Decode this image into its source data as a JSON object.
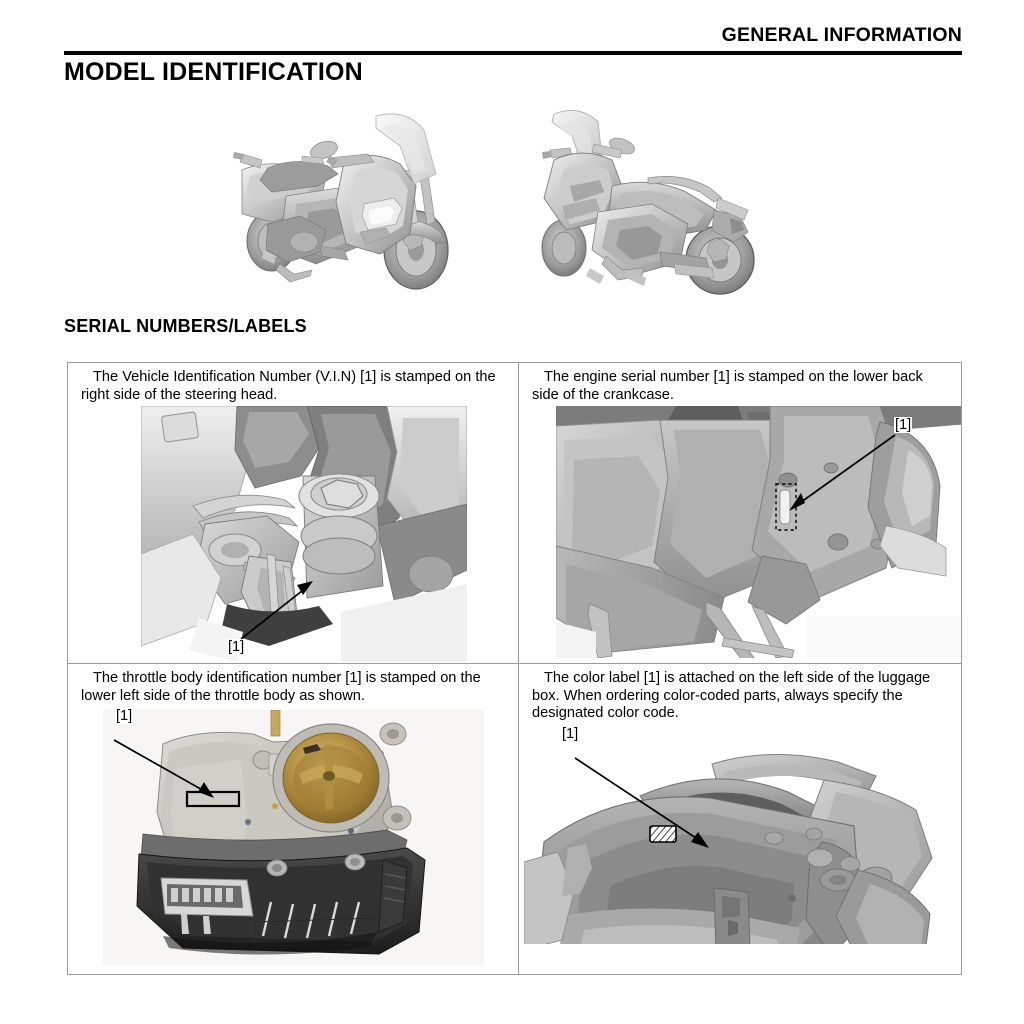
{
  "header": {
    "title": "GENERAL INFORMATION"
  },
  "sections": {
    "model_identification": {
      "title": "MODEL IDENTIFICATION",
      "figures": [
        {
          "name": "motorcycle-front-right-view",
          "alt": "Motorcycle front right three-quarter view"
        },
        {
          "name": "motorcycle-rear-left-view",
          "alt": "Motorcycle rear left three-quarter view"
        }
      ]
    },
    "serial_numbers": {
      "title": "SERIAL NUMBERS/LABELS",
      "cells": [
        {
          "id": "vin",
          "caption": "The Vehicle Identification Number (V.I.N) [1] is stamped on the right side of the steering head.",
          "callout": "[1]",
          "figure_alt": "Steering head area with V.I.N stamping location"
        },
        {
          "id": "engine-serial",
          "caption": "The engine serial number [1] is stamped on the lower back side of the crankcase.",
          "callout": "[1]",
          "figure_alt": "Lower back side of crankcase with engine serial number location"
        },
        {
          "id": "throttle-body",
          "caption": "The throttle body identification number [1] is stamped on the lower left side of the throttle body as shown.",
          "callout": "[1]",
          "figure_alt": "Throttle body photo with identification number location"
        },
        {
          "id": "color-label",
          "caption": "The color label [1] is attached on the left side of the luggage box. When ordering color-coded parts, always specify the designated color code.",
          "callout": "[1]",
          "figure_alt": "Luggage box interior with color label location"
        }
      ]
    }
  },
  "colors": {
    "page_background": "#ffffff",
    "text": "#000000",
    "rule": "#000000",
    "table_border": "#9a9a9a",
    "illustration_light": "#e6e6e6",
    "illustration_mid": "#b4b4b4",
    "illustration_dark": "#7d7d7d",
    "photo_metal": "#c9c6c1",
    "photo_brass": "#b08d3e"
  }
}
